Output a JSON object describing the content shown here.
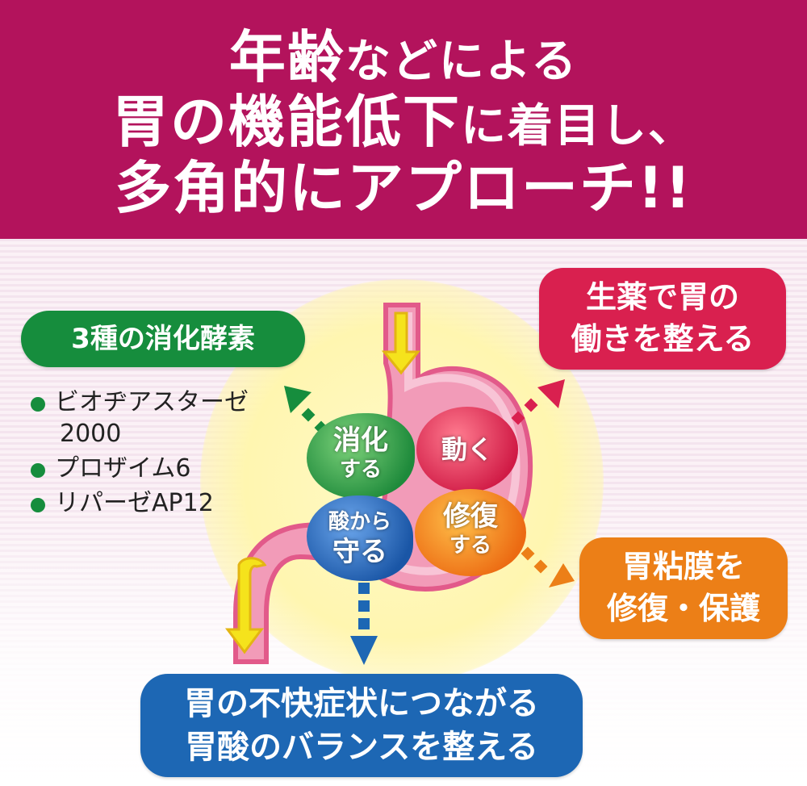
{
  "headline": {
    "line1_a": "年齢",
    "line1_b": "などによる",
    "line2_a": "胃の機能低下",
    "line2_b": "に着目し、",
    "line3": "多角的にアプローチ!!"
  },
  "enzymes": {
    "title": "3種の消化酵素",
    "items": [
      {
        "text": "ビオヂアスターゼ"
      },
      {
        "text": "2000"
      },
      {
        "text": "プロザイム6"
      },
      {
        "text": "リパーゼAP12"
      }
    ]
  },
  "callouts": {
    "herbal_line1": "生薬で胃の",
    "herbal_line2": "働きを整える",
    "mucosa_line1": "胃粘膜を",
    "mucosa_line2": "修復・保護",
    "acid_line1": "胃の不快症状につながる",
    "acid_line2": "胃酸のバランスを整える"
  },
  "blobs": {
    "digest_l1": "消化",
    "digest_l2": "する",
    "move": "動く",
    "protect_l1": "酸から",
    "protect_l2": "守る",
    "repair_l1": "修復",
    "repair_l2": "する"
  },
  "colors": {
    "header": "#b3135c",
    "green": "#168d3d",
    "red": "#d9204f",
    "orange": "#ec7f17",
    "blue": "#1d67b4",
    "stomach": "#f29bb8",
    "arrow_yellow": "#f5e31c"
  }
}
